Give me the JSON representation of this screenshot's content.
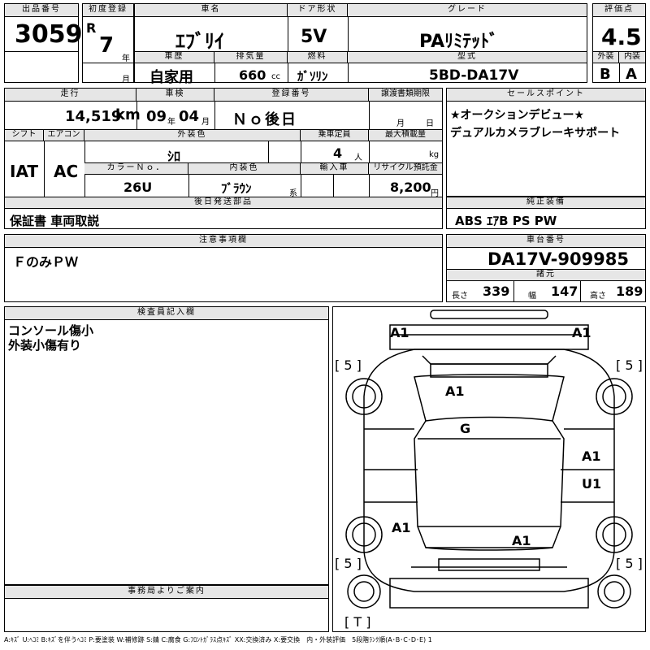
{
  "lot": {
    "label": "出品番号",
    "value": "3059"
  },
  "first_reg": {
    "label": "初度登録",
    "era": "R",
    "year": "7",
    "year_unit": "年",
    "month_unit": "月"
  },
  "car_name": {
    "label": "車名",
    "value": "ｴﾌﾞﾘｲ"
  },
  "door": {
    "label": "ドア形状",
    "value": "5V"
  },
  "grade": {
    "label": "グレード",
    "value": "PAﾘﾐﾃｯﾄﾞ"
  },
  "score": {
    "label": "評価点",
    "value": "4.5",
    "ext_label": "外装",
    "int_label": "内装",
    "ext_value": "B",
    "int_value": "A"
  },
  "history": {
    "label": "車歴",
    "value": "自家用"
  },
  "displacement": {
    "label": "排気量",
    "value": "660",
    "unit": "cc"
  },
  "fuel": {
    "label": "燃料",
    "value": "ｶﾞｿﾘﾝ"
  },
  "model": {
    "label": "型式",
    "value": "5BD-DA17V"
  },
  "mileage": {
    "label": "走行",
    "value": "14,519",
    "unit": "km"
  },
  "inspection": {
    "label": "車検",
    "year": "09",
    "year_unit": "年",
    "month": "04",
    "month_unit": "月"
  },
  "registration": {
    "label": "登録番号",
    "value": "Ｎｏ後日"
  },
  "transfer_doc": {
    "label": "譲渡書類期限",
    "month_unit": "月",
    "day_unit": "日"
  },
  "sales_points": {
    "label": "セールスポイント",
    "lines": [
      "★オークションデビュー★",
      "デュアルカメラブレーキサポート"
    ]
  },
  "shift": {
    "label": "シフト",
    "value": "IAT"
  },
  "ac": {
    "label": "エアコン",
    "value": "AC"
  },
  "ext_color": {
    "label": "外装色",
    "value": "ｼﾛ"
  },
  "capacity": {
    "label": "乗車定員",
    "value": "4",
    "unit": "人"
  },
  "max_load": {
    "label": "最大積載量",
    "unit": "kg"
  },
  "color_no": {
    "label": "カラーＮｏ．",
    "value": "26U"
  },
  "int_color": {
    "label": "内装色",
    "value": "ﾌﾞﾗｳﾝ",
    "unit": "系"
  },
  "import": {
    "label": "輸入車"
  },
  "recycle": {
    "label": "リサイクル預託金",
    "value": "8,200",
    "unit": "円"
  },
  "later_parts": {
    "label": "後日発送部品",
    "value": "保証書 車両取説"
  },
  "equipment": {
    "label": "純正装備",
    "value": "ABS ｴｱB PS PW"
  },
  "notes": {
    "label": "注意事項欄",
    "value": "ＦのみＰＷ"
  },
  "chassis": {
    "label": "車台番号",
    "value": "DA17V-909985"
  },
  "dims": {
    "label": "諸元",
    "length_label": "長さ",
    "length": "339",
    "width_label": "幅",
    "width": "147",
    "height_label": "高さ",
    "height": "189"
  },
  "inspector": {
    "label": "検査員記入欄",
    "lines": [
      "コンソール傷小",
      "外装小傷有り"
    ]
  },
  "office": {
    "label": "事務局よりご案内"
  },
  "diagram_marks": {
    "front_left": "A1",
    "front_right": "A1",
    "bracket_fl": "[ 5 ]",
    "bracket_fr": "[ 5 ]",
    "hood": "A1",
    "roof": "G",
    "right_side_1": "A1",
    "right_side_2": "U1",
    "left_rear": "A1",
    "rear": "A1",
    "bracket_rl": "[ 5 ]",
    "bracket_rr": "[ 5 ]",
    "trunk": "[ T ]"
  },
  "legend": "A:ｷｽﾞ U:ﾍｺﾐ B:ｷｽﾞを伴うﾍｺﾐ P:要塗装 W:補修跡 S:錆 C:腐食 G:ﾌﾛﾝﾄｶﾞﾗｽ点ｷｽﾞ XX:交換済み X:要交換　内・外装評価　5段階ﾗﾝｸ順(A･B･C･D･E) 1"
}
